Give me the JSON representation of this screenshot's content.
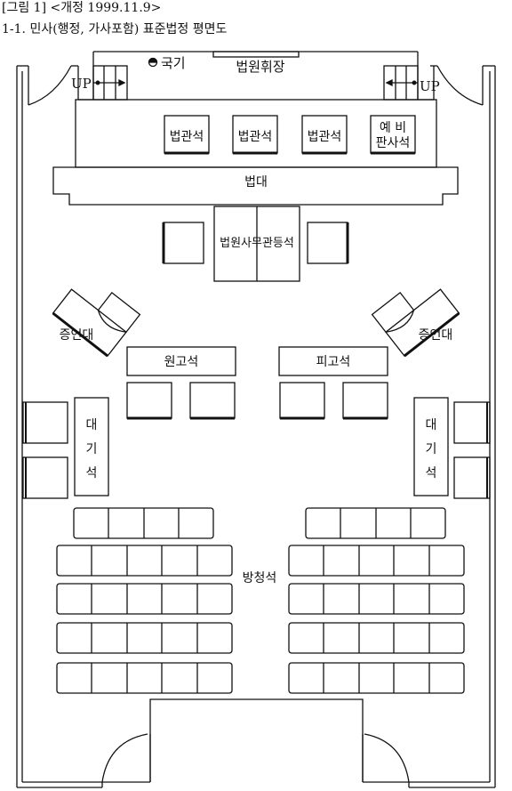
{
  "header": {
    "figure_label": "[그림 1] <개정 1999.11.9>",
    "subtitle": "1-1. 민사(행정, 가사포함) 표준법정 평면도"
  },
  "floorplan": {
    "flag": "국기",
    "emblem": "법원휘장",
    "stairs_left": "UP",
    "stairs_right": "UP",
    "judge_seats": [
      "법관석",
      "법관석",
      "법관석"
    ],
    "reserve_judge": [
      "예 비",
      "판사석"
    ],
    "bench": "법대",
    "clerk_seats": "법원사무관등석",
    "witness_left": "증언대",
    "witness_right": "증언대",
    "plaintiff": "원고석",
    "defendant": "피고석",
    "waiting_left": [
      "대",
      "기",
      "석"
    ],
    "waiting_right": [
      "대",
      "기",
      "석"
    ],
    "gallery": "방청석"
  }
}
